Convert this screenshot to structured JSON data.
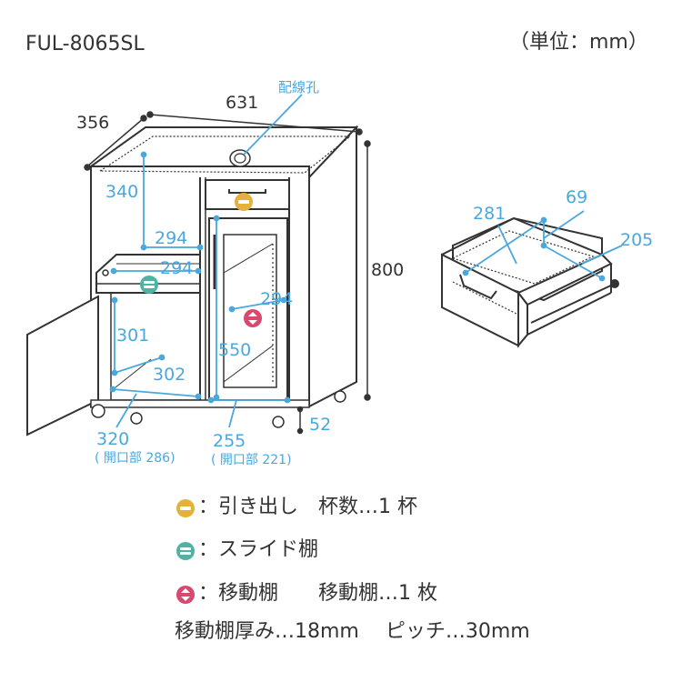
{
  "model": "FUL-8065SL",
  "unit": "（単位：mm）",
  "dims": {
    "depth": "356",
    "width": "631",
    "height": "800",
    "wiring_hole": "配線孔",
    "inner_depth": "340",
    "shelf_w1": "294",
    "shelf_w2": "294",
    "right_shelf_w": "294",
    "left_inner_h": "301",
    "left_inner_w": "302",
    "right_inner_h": "550",
    "left_outer_w": "320",
    "left_opening": "( 開口部 286)",
    "right_outer_w": "255",
    "right_opening": "( 開口部 221)",
    "caster_h": "52",
    "drawer_w": "281",
    "drawer_h": "69",
    "drawer_d": "205"
  },
  "legend": {
    "drawer": "：引き出し　杯数…1 杯",
    "slide": "：スライド棚",
    "movable": "：移動棚　　移動棚…1 枚",
    "spec": "移動棚厚み…18mm　 ピッチ…30mm"
  },
  "colors": {
    "drawer_icon": "#e4b23a",
    "slide_icon": "#4fb3a3",
    "movable_icon": "#d9486e",
    "dimension_line": "#4aa8dc",
    "outline": "#333333"
  }
}
